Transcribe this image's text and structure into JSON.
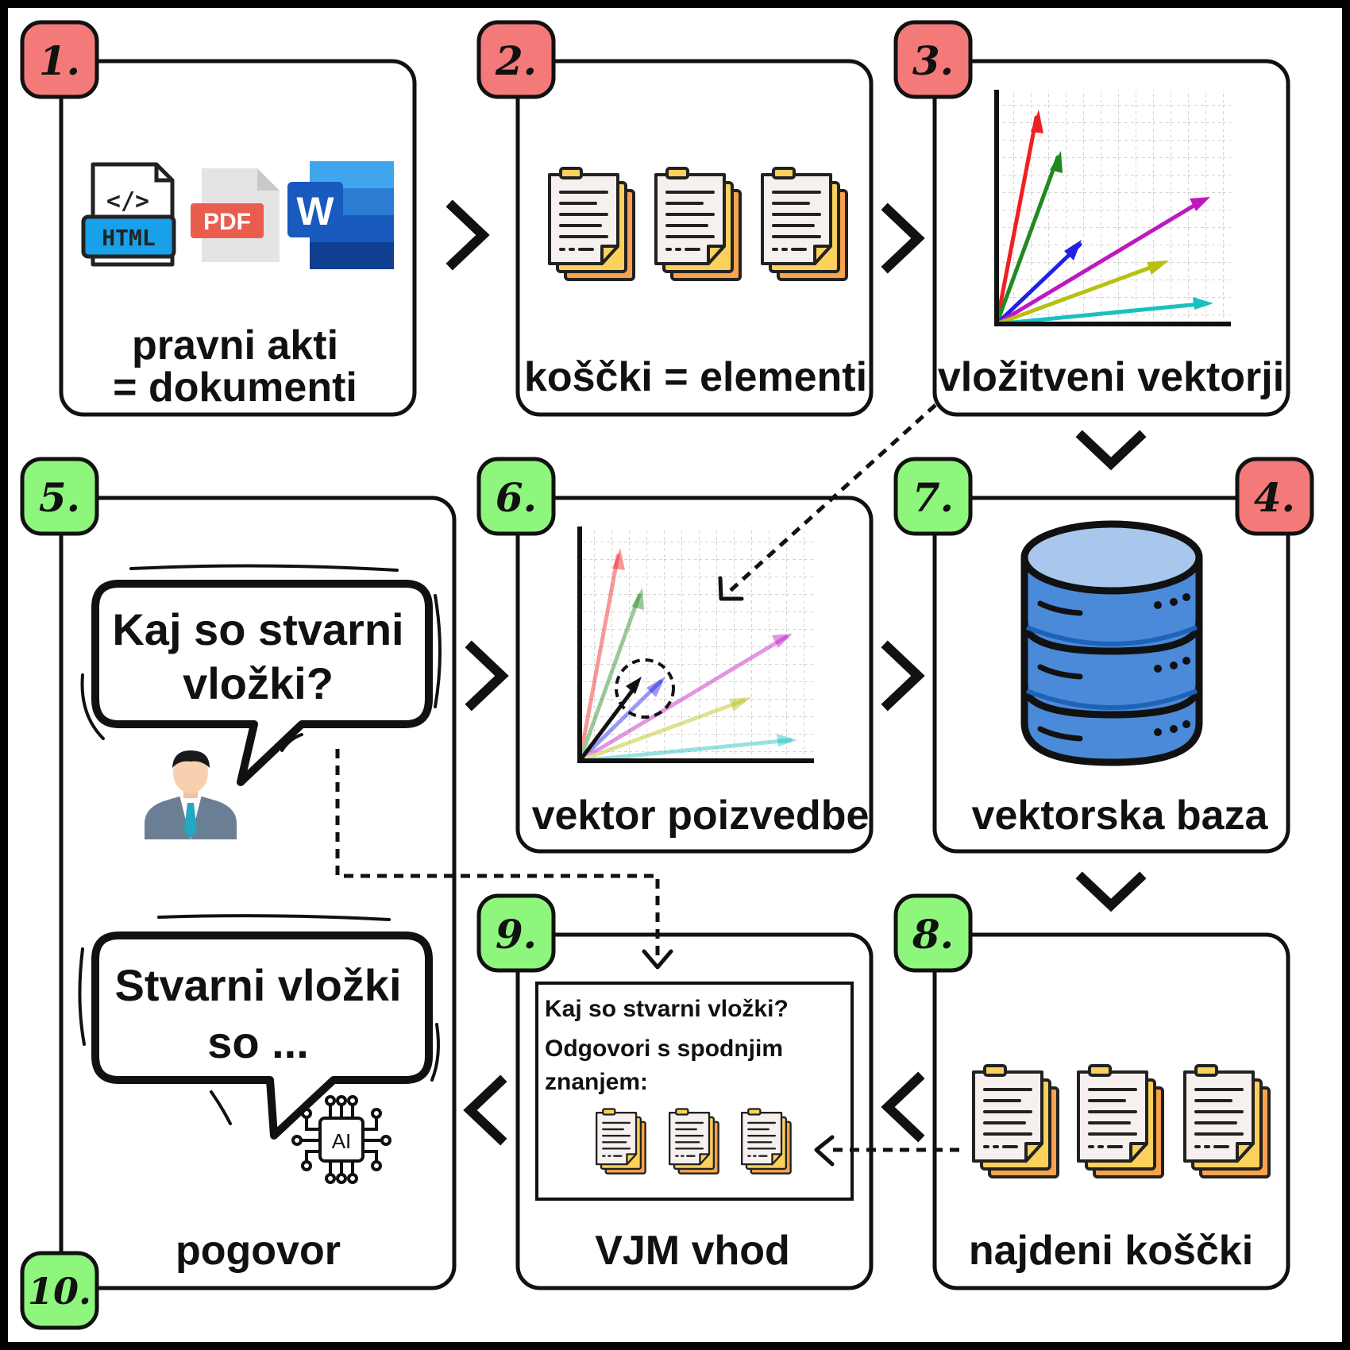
{
  "steps": {
    "s1": {
      "badge": "1.",
      "label_line1": "pravni akti",
      "label_line2": "= dokumenti"
    },
    "s2": {
      "badge": "2.",
      "label": "koščki = elementi"
    },
    "s3": {
      "badge": "3.",
      "label": "vložitveni vektorji"
    },
    "s4": {
      "badge": "4."
    },
    "s5": {
      "badge": "5."
    },
    "s6": {
      "badge": "6.",
      "label": "vektor poizvedbe"
    },
    "s7": {
      "badge": "7.",
      "label": "vektorska baza"
    },
    "s8": {
      "badge": "8.",
      "label": "najdeni koščki"
    },
    "s9": {
      "badge": "9.",
      "label": "VJM vhod"
    },
    "s10": {
      "badge": "10.",
      "label": "pogovor"
    }
  },
  "file_icons": {
    "html": "HTML",
    "pdf": "PDF",
    "word": "W"
  },
  "ai_chip": "AI",
  "chat": {
    "question_line1": "Kaj so stvarni",
    "question_line2": "vložki?",
    "answer_line1": "Stvarni vložki",
    "answer_line2": "so ..."
  },
  "prompt": {
    "line1": "Kaj so stvarni vložki?",
    "line2": "Odgovori s spodnjim",
    "line3": "znanjem:"
  },
  "colors": {
    "badge_red": "#f47a7a",
    "badge_green": "#8ef57d",
    "db_blue": "#4a8ad8",
    "db_light": "#a9c6ec",
    "doc_yellow": "#fbd15b",
    "doc_orange": "#f8a24e"
  },
  "icons": [
    "html-file-icon",
    "pdf-file-icon",
    "word-file-icon",
    "document-stack-icon",
    "vector-chart-icon",
    "database-icon",
    "person-icon",
    "ai-chip-icon",
    "speech-bubble-icon",
    "chevron-right-icon",
    "chevron-down-icon",
    "chevron-left-icon"
  ]
}
